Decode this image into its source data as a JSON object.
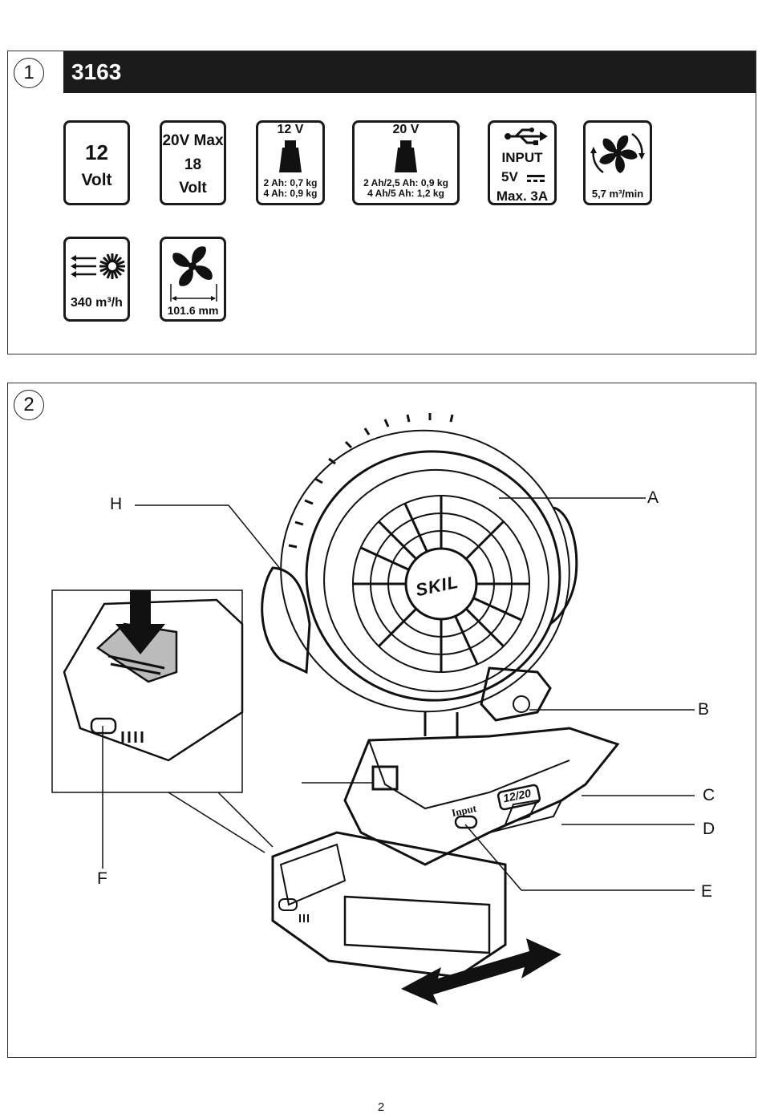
{
  "figure1": {
    "number": "1",
    "model": "3163",
    "specs": {
      "voltage12": {
        "top": "12",
        "bottom": "Volt"
      },
      "voltage20": {
        "line1": "20V Max",
        "line2": "18",
        "line3": "Volt"
      },
      "weight12": {
        "header": "12 V",
        "line1": "2 Ah: 0,7 kg",
        "line2": "4 Ah: 0,9 kg"
      },
      "weight20": {
        "header": "20 V",
        "line1": "2 Ah/2,5 Ah: 0,9 kg",
        "line2": "4 Ah/5 Ah: 1,2 kg"
      },
      "usb": {
        "line1": "INPUT",
        "line2": "5V",
        "line3": "Max. 3A"
      },
      "airflow_min": {
        "label": "5,7 m³/min"
      },
      "airflow_h": {
        "label": "340 m³/h"
      },
      "fan_size": {
        "label": "101.6 mm"
      }
    }
  },
  "figure2": {
    "number": "2",
    "callouts": {
      "a": "A",
      "b": "B",
      "c": "C",
      "d": "D",
      "e": "E",
      "f": "F",
      "h": "H"
    },
    "fan_brand": "SKIL",
    "input_label": "Input",
    "voltage_badge": "12/20"
  },
  "page_number": "2"
}
